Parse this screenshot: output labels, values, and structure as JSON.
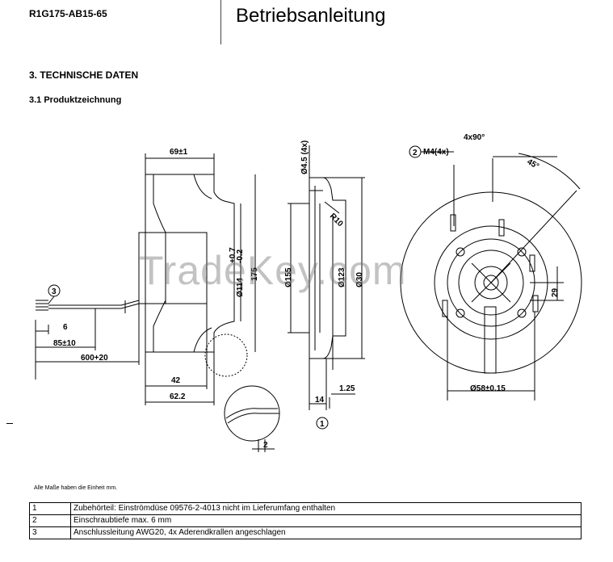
{
  "header": {
    "product_code": "R1G175-AB15-65",
    "title": "Betriebsanleitung"
  },
  "section": {
    "title": "3. TECHNISCHE DATEN",
    "subtitle": "3.1 Produktzeichnung"
  },
  "drawing": {
    "dimensions": {
      "width_69": "69±1",
      "diameter_114": "Ø114",
      "tolerance_plus": "+0.7",
      "tolerance_minus": "-0.2",
      "d175": "175",
      "d45_hole": "Ø4.5 (4x)",
      "radius": "R10",
      "d155": "Ø155",
      "d123": "Ø123",
      "d30": "Ø30",
      "len_6": "6",
      "len_85": "85±10",
      "len_600": "600+20",
      "len_42": "42",
      "len_62": "62.2",
      "len_14": "14",
      "len_125": "1.25",
      "len_2": "2",
      "thread": "M4(4x)",
      "angle_4x90": "4x90°",
      "angle_45": "45°",
      "len_29": "29",
      "d58": "Ø58±0.15"
    },
    "callouts": [
      "1",
      "2",
      "3"
    ]
  },
  "watermark": "TradeKey.com",
  "units_note": "Alle Maße haben die Einheit mm.",
  "notes": [
    {
      "num": "1",
      "text": "Zubehörteil: Einströmdüse 09576-2-4013 nicht im Lieferumfang enthalten"
    },
    {
      "num": "2",
      "text": "Einschraubtiefe max. 6 mm"
    },
    {
      "num": "3",
      "text": "Anschlussleitung AWG20, 4x Aderendkrallen angeschlagen"
    }
  ]
}
